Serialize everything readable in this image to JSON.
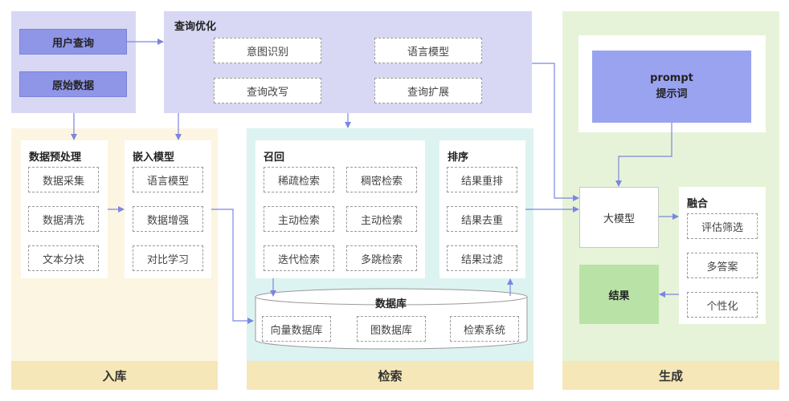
{
  "input": {
    "user_query": "用户查询",
    "raw_data": "原始数据"
  },
  "query_opt": {
    "title": "查询优化",
    "items": [
      "意图识别",
      "语言模型",
      "查询改写",
      "查询扩展"
    ]
  },
  "preprocess": {
    "title": "数据预处理",
    "items": [
      "数据采集",
      "数据清洗",
      "文本分块"
    ]
  },
  "embedding": {
    "title": "嵌入模型",
    "items": [
      "语言模型",
      "数据增强",
      "对比学习"
    ]
  },
  "recall": {
    "title": "召回",
    "items": [
      "稀疏检索",
      "稠密检索",
      "主动检索",
      "主动检索",
      "迭代检索",
      "多跳检索"
    ]
  },
  "rank": {
    "title": "排序",
    "items": [
      "结果重排",
      "结果去重",
      "结果过滤"
    ]
  },
  "database": {
    "title": "数据库",
    "items": [
      "向量数据库",
      "图数据库",
      "检索系统"
    ]
  },
  "generation": {
    "prompt_line1": "prompt",
    "prompt_line2": "提示词",
    "llm": "大模型",
    "result": "结果"
  },
  "fusion": {
    "title": "融合",
    "items": [
      "评估筛选",
      "多答案",
      "个性化"
    ]
  },
  "footers": {
    "storage": "入库",
    "retrieval": "检索",
    "generation": "生成"
  },
  "colors": {
    "arrow": "#7b86e0",
    "input_bg": "#d8d8f5",
    "storage_bg": "#fbf5e2",
    "retrieve_bg": "#ddf3f1",
    "gen_bg": "#e6f3d8",
    "footer_bg": "#f6e7b8"
  }
}
